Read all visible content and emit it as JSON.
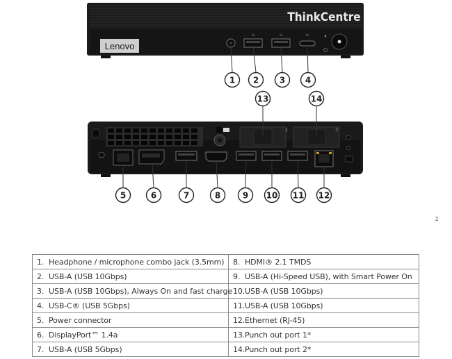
{
  "front_panel": {
    "brand_logo": "Lenovo",
    "model_logo": "ThinkCentre",
    "callouts": [
      "1",
      "2",
      "3",
      "4"
    ]
  },
  "rear_panel": {
    "callouts_top": [
      "13",
      "14"
    ],
    "punch_out_labels": [
      "1",
      "2"
    ],
    "callouts_bottom": [
      "5",
      "6",
      "7",
      "8",
      "9",
      "10",
      "11",
      "12"
    ]
  },
  "page_number": "2",
  "ports_table": {
    "rows": [
      [
        {
          "num": "1.",
          "text": "Headphone / microphone combo jack (3.5mm)"
        },
        {
          "num": "8.",
          "text": "HDMI® 2.1 TMDS"
        }
      ],
      [
        {
          "num": "2.",
          "text": "USB-A (USB 10Gbps)"
        },
        {
          "num": "9.",
          "text": "USB-A (Hi-Speed USB), with Smart Power On"
        }
      ],
      [
        {
          "num": "3.",
          "text": "USB-A (USB 10Gbps), Always On and fast charge"
        },
        {
          "num": "10.",
          "text": "USB-A (USB 10Gbps)"
        }
      ],
      [
        {
          "num": "4.",
          "text": "USB-C® (USB 5Gbps)"
        },
        {
          "num": "11.",
          "text": "USB-A (USB 10Gbps)"
        }
      ],
      [
        {
          "num": "5.",
          "text": "Power connector"
        },
        {
          "num": "12.",
          "text": "Ethernet (RJ-45)"
        }
      ],
      [
        {
          "num": "6.",
          "text": "DisplayPort™ 1.4a"
        },
        {
          "num": "13.",
          "text": "Punch out port 1*"
        }
      ],
      [
        {
          "num": "7.",
          "text": "USB-A (USB 5Gbps)"
        },
        {
          "num": "14.",
          "text": "Punch out port 2*"
        }
      ]
    ]
  }
}
